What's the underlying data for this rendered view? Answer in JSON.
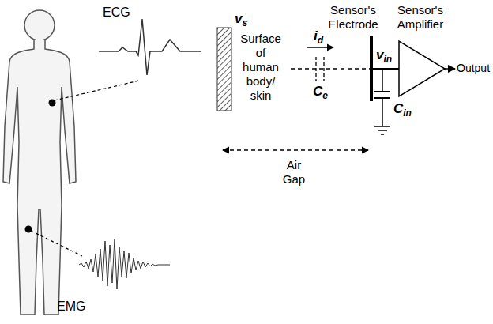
{
  "diagram": {
    "labels": [
      "ECG",
      "EMG",
      "vs",
      "Surface of human body/ skin",
      "id",
      "Ce",
      "Air Gap",
      "Sensor's Electrode",
      "vin",
      "Sensor's Amplifier",
      "Output",
      "Cin"
    ]
  }
}
